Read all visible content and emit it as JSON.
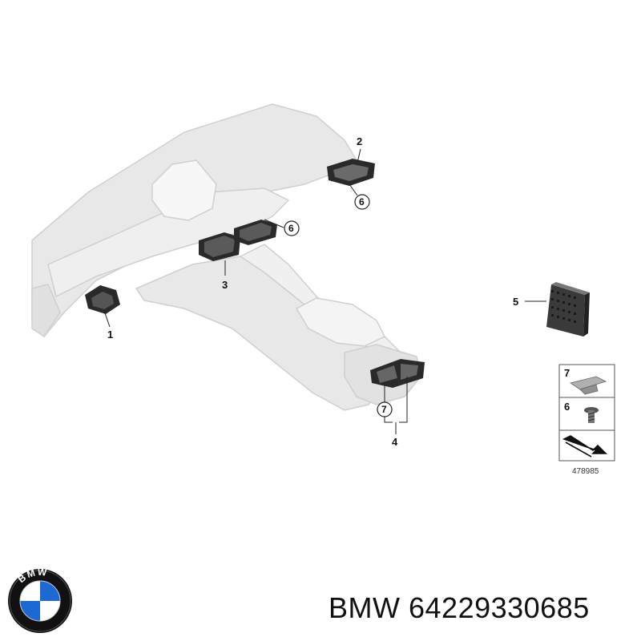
{
  "callouts": {
    "c1": "1",
    "c2": "2",
    "c3": "3",
    "c4": "4",
    "c5": "5",
    "c6a": "6",
    "c6b": "6",
    "c7a": "7",
    "legend7": "7",
    "legend6": "6"
  },
  "legend": {
    "code": "478985"
  },
  "logo": {
    "letters": "BMW",
    "blue": "#1c69d4",
    "ring": "#111111"
  },
  "brand": {
    "name": "BMW",
    "part_number": "64229330685"
  },
  "colors": {
    "part": "#e6e6e6",
    "part_edge": "#c8c8c8",
    "vent": "#2a2a2a",
    "line": "#222222"
  }
}
